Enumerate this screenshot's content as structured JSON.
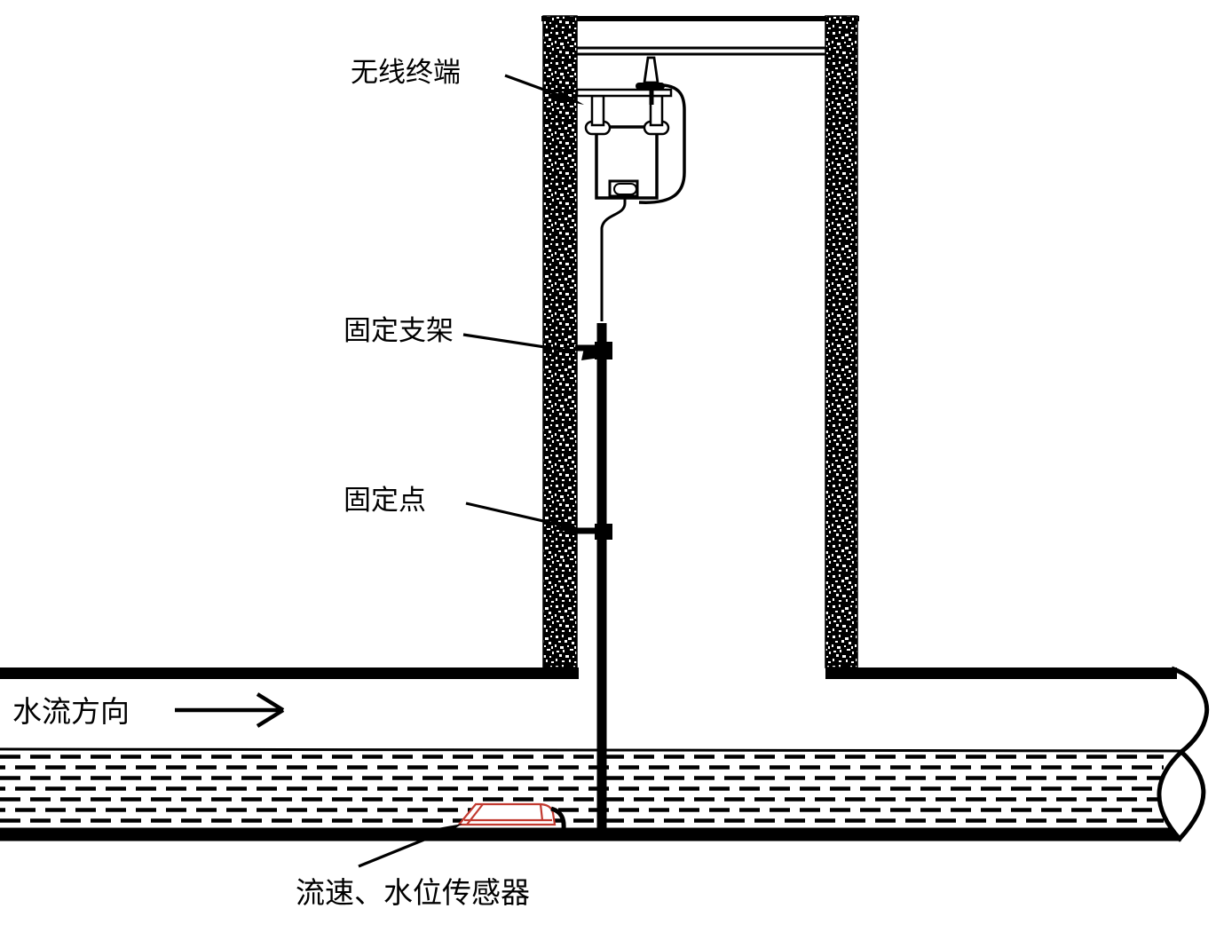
{
  "labels": {
    "wireless_terminal": "无线终端",
    "fixed_bracket": "固定支架",
    "fixed_point": "固定点",
    "flow_direction": "水流方向",
    "flow_level_sensor": "流速、水位传感器"
  },
  "colors": {
    "line": "#000000",
    "background": "#ffffff",
    "sensor_outline": "#c23a30"
  },
  "icons": {
    "flow_arrow": "right-arrow",
    "pipe_break": "break-line-symbol"
  }
}
